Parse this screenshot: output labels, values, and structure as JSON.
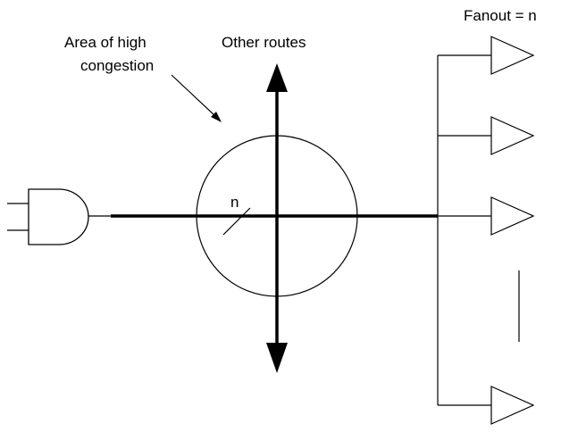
{
  "labels": {
    "fanout": "Fanout = n",
    "congestion_line1": "Area of high",
    "congestion_line2": "congestion",
    "other_routes": "Other routes",
    "bus_width": "n"
  },
  "colors": {
    "stroke": "#000000",
    "background": "#ffffff"
  },
  "icons": {
    "driver": "and-gate-icon",
    "loads": "buffer-triangle-icon",
    "arrows": "arrowhead-icon"
  }
}
